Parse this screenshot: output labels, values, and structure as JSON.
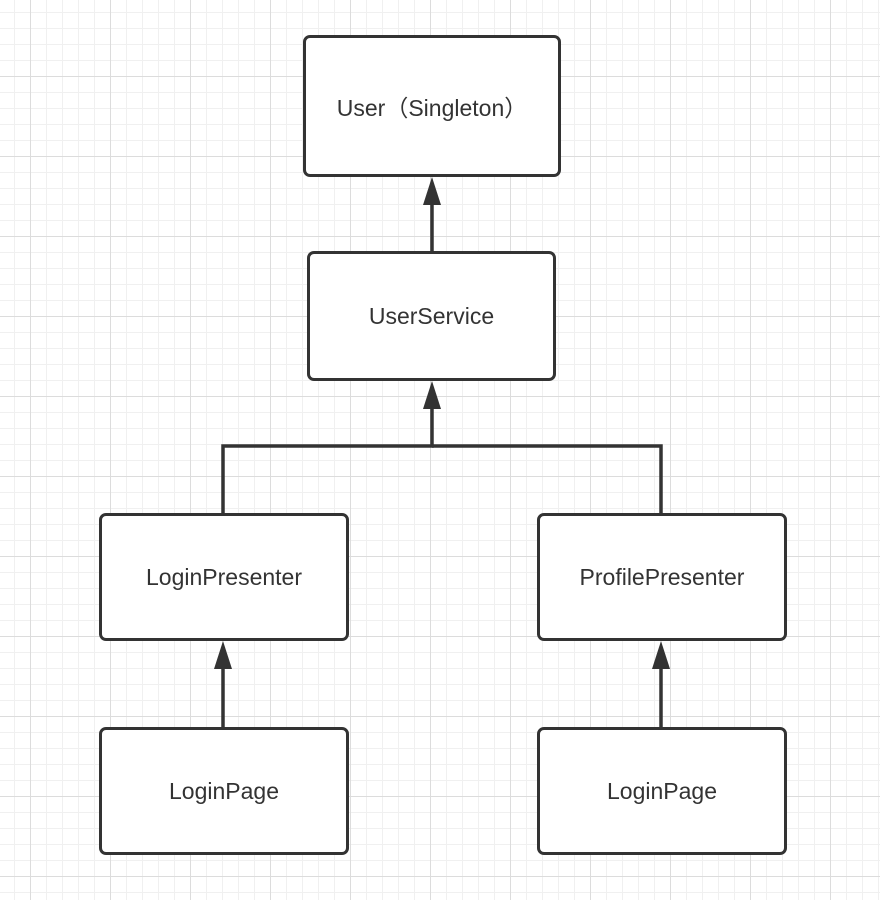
{
  "colors": {
    "line": "#333333",
    "node_fill": "#ffffff",
    "grid": "#dcdcdc"
  },
  "nodes": {
    "user": "User（Singleton）",
    "user_service": "UserService",
    "login_presenter": "LoginPresenter",
    "profile_presenter": "ProfilePresenter",
    "login_page_left": "LoginPage",
    "login_page_right": "LoginPage"
  },
  "edges": [
    {
      "from": "user_service",
      "to": "user"
    },
    {
      "from": "login_presenter",
      "to": "user_service"
    },
    {
      "from": "profile_presenter",
      "to": "user_service"
    },
    {
      "from": "login_page_left",
      "to": "login_presenter"
    },
    {
      "from": "login_page_right",
      "to": "profile_presenter"
    }
  ]
}
